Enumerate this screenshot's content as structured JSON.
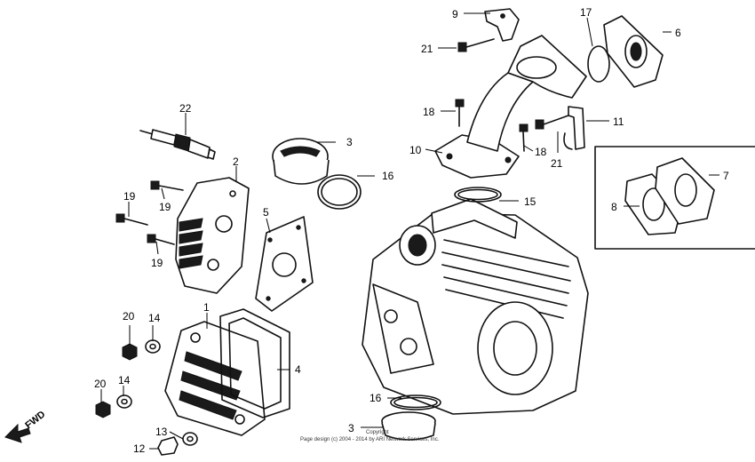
{
  "callouts": {
    "c1": "1",
    "c2": "2",
    "c3a": "3",
    "c3b": "3",
    "c4": "4",
    "c5": "5",
    "c6": "6",
    "c7": "7",
    "c8": "8",
    "c9": "9",
    "c10": "10",
    "c11": "11",
    "c12": "12",
    "c13": "13",
    "c14a": "14",
    "c14b": "14",
    "c15": "15",
    "c16a": "16",
    "c16b": "16",
    "c17": "17",
    "c18a": "18",
    "c18b": "18",
    "c19a": "19",
    "c19b": "19",
    "c19c": "19",
    "c20a": "20",
    "c20b": "20",
    "c21a": "21",
    "c21b": "21",
    "c22": "22"
  },
  "fwd_label": "FWD",
  "footer": {
    "line1": "Copyright",
    "line2": "Page design (c) 2004 - 2014 by ARI Network Services, Inc."
  }
}
